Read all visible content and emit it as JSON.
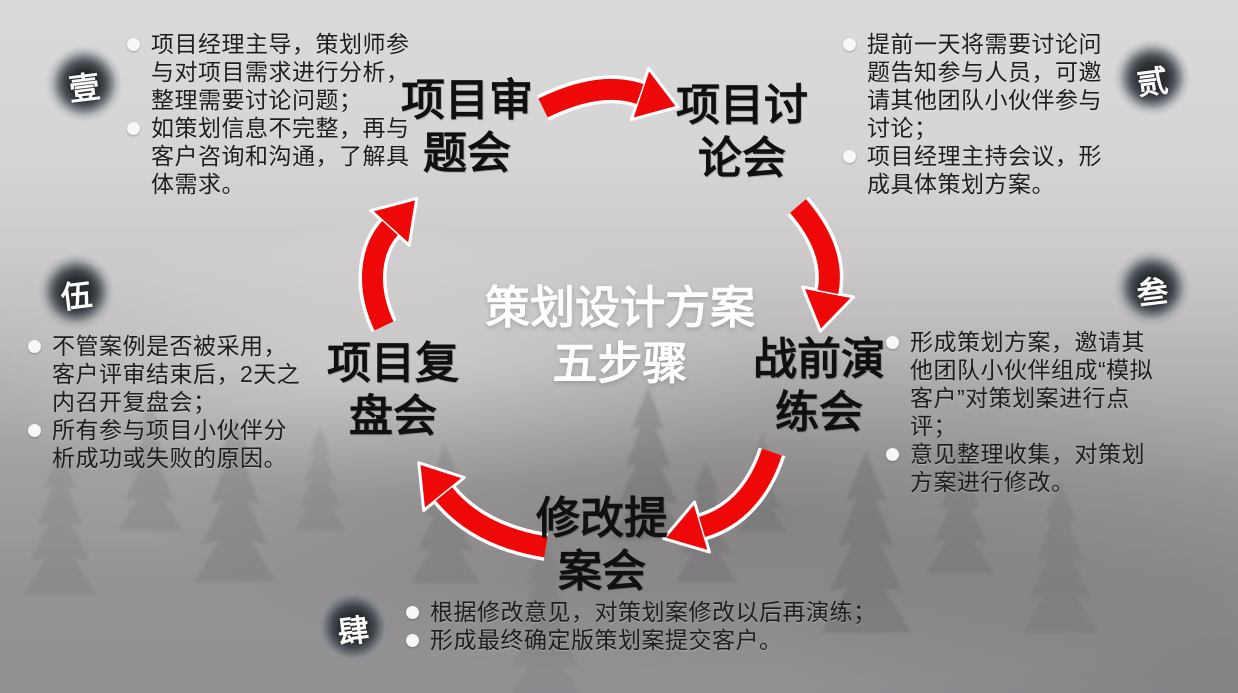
{
  "title": {
    "line1": "策划设计方案",
    "line2": "五步骤"
  },
  "theme": {
    "css_vars": {
      "accent-red": "#ee0808"
    },
    "ink_badge_color": "#33383d",
    "background_gray_top": "#dadada",
    "background_gray_bottom": "#919093",
    "node_text_color": "#101010",
    "title_text_color": "#ffffff"
  },
  "steps": [
    {
      "badge": "壹",
      "name": "项目审题会",
      "node_line1": "项目审",
      "node_line2": "题会",
      "bullets": [
        "项目经理主导，策划师参与对项目需求进行分析，整理需要讨论问题；",
        "如策划信息不完整，再与客户咨询和沟通，了解具体需求。"
      ]
    },
    {
      "badge": "贰",
      "name": "项目讨论会",
      "node_line1": "项目讨",
      "node_line2": "论会",
      "bullets": [
        "提前一天将需要讨论问题告知参与人员，可邀请其他团队小伙伴参与讨论；",
        "项目经理主持会议，形成具体策划方案。"
      ]
    },
    {
      "badge": "叁",
      "name": "战前演练会",
      "node_line1": "战前演",
      "node_line2": "练会",
      "bullets": [
        "形成策划方案，邀请其他团队小伙伴组成“模拟客户”对策划案进行点评；",
        "意见整理收集，对策划方案进行修改。"
      ]
    },
    {
      "badge": "肆",
      "name": "修改提案会",
      "node_line1": "修改提",
      "node_line2": "案会",
      "bullets": [
        "根据修改意见，对策划案修改以后再演练；",
        "形成最终确定版策划案提交客户。"
      ]
    },
    {
      "badge": "伍",
      "name": "项目复盘会",
      "node_line1": "项目复",
      "node_line2": "盘会",
      "bullets": [
        "不管案例是否被采用，客户评审结束后，2天之内召开复盘会；",
        "所有参与项目小伙伴分析成功或失败的原因。"
      ]
    }
  ]
}
